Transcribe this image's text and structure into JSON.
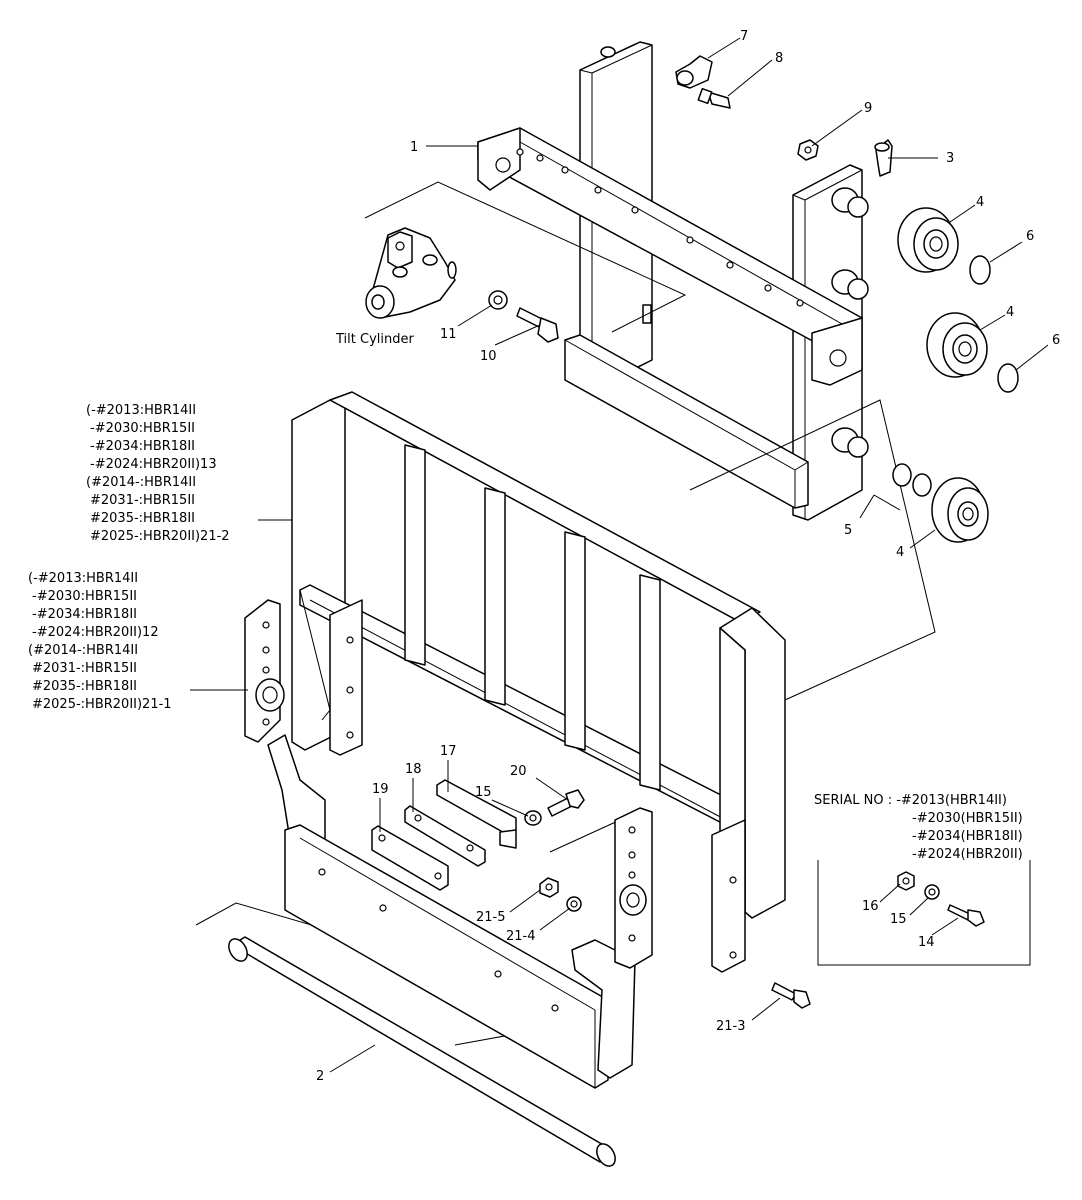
{
  "callouts": {
    "c1": "1",
    "c2": "2",
    "c3": "3",
    "c4a": "4",
    "c4b": "4",
    "c4c": "4",
    "c5": "5",
    "c6a": "6",
    "c6b": "6",
    "c7": "7",
    "c8": "8",
    "c9": "9",
    "c10": "10",
    "c11": "11",
    "c14": "14",
    "c15a": "15",
    "c15b": "15",
    "c16": "16",
    "c17": "17",
    "c18": "18",
    "c19": "19",
    "c20": "20",
    "c21_3": "21-3",
    "c21_4": "21-4",
    "c21_5": "21-5"
  },
  "tilt_cylinder_label": "Tilt Cylinder",
  "label_13": [
    "(-#2013:HBR14II",
    "-#2030:HBR15II",
    "-#2034:HBR18II",
    "-#2024:HBR20II)13",
    "(#2014-:HBR14II",
    "#2031-:HBR15II",
    "#2035-:HBR18II",
    "#2025-:HBR20II)21-2"
  ],
  "label_12": [
    "(-#2013:HBR14II",
    "-#2030:HBR15II",
    "-#2034:HBR18II",
    "-#2024:HBR20II)12",
    "(#2014-:HBR14II",
    "#2031-:HBR15II",
    "#2035-:HBR18II",
    "#2025-:HBR20II)21-1"
  ],
  "serial_box": [
    "SERIAL NO : -#2013(HBR14II)",
    "-#2030(HBR15II)",
    "-#2034(HBR18II)",
    "-#2024(HBR20II)"
  ]
}
